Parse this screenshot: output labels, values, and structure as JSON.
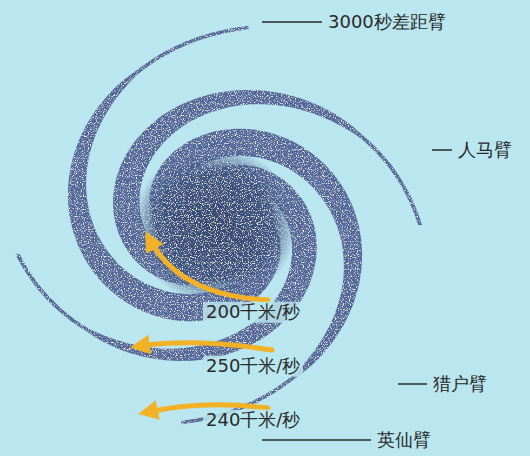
{
  "diagram": {
    "labels": [
      "3000秒差距臂",
      "人马臂",
      "猎户臂",
      "英仙臂",
      "200千米/秒",
      "250千米/秒",
      "240千米/秒"
    ]
  }
}
